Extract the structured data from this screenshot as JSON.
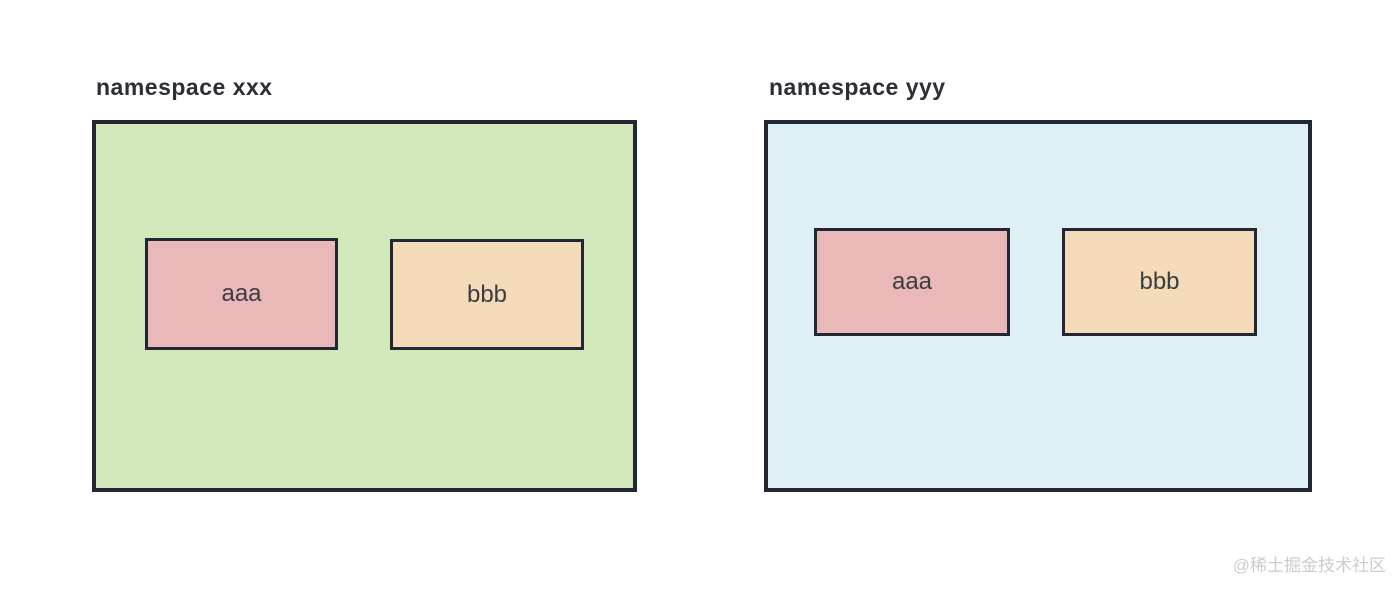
{
  "diagram": {
    "namespaces": [
      {
        "label": "namespace xxx",
        "fill": "#d2e8ba",
        "items": [
          {
            "label": "aaa",
            "fill": "#ebb8ba"
          },
          {
            "label": "bbb",
            "fill": "#f4dcba"
          }
        ]
      },
      {
        "label": "namespace yyy",
        "fill": "#def0f5",
        "items": [
          {
            "label": "aaa",
            "fill": "#ebb8ba"
          },
          {
            "label": "bbb",
            "fill": "#f4dcba"
          }
        ]
      }
    ]
  },
  "colors": {
    "background": "#ffffff",
    "border": "#222733",
    "namespace_label_text": "#2c2f33",
    "item_text": "#3a3d42",
    "watermark_text": "#cccccc"
  },
  "watermark": {
    "text": "@稀土掘金技术社区"
  }
}
